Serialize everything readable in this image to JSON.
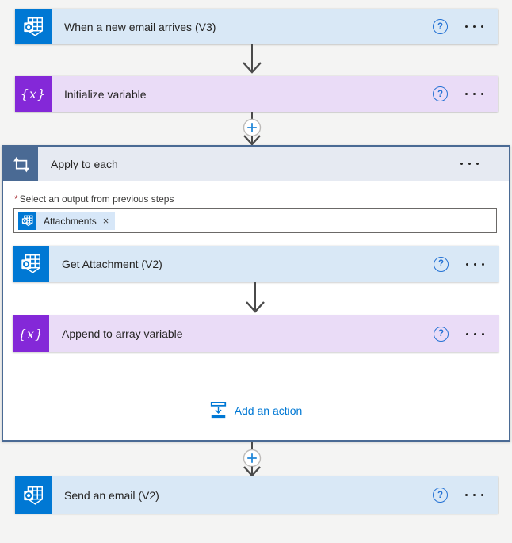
{
  "page": {
    "background": "#f4f4f3"
  },
  "colors": {
    "card_blue_bg": "#d9e8f6",
    "card_purple_bg": "#eadcf7",
    "outlook_blue": "#0078d4",
    "variable_purple": "#8428d8",
    "scope_slate": "#4a6a94",
    "scope_header_bg": "#e6eaf2",
    "link_blue": "#0078d4",
    "arrow_gray": "#4a4a4a",
    "required_red": "#a4262c"
  },
  "trigger_card": {
    "title": "When a new email arrives (V3)"
  },
  "initialize_card": {
    "title": "Initialize variable"
  },
  "scope": {
    "title": "Apply to each",
    "required_marker": "*",
    "field_label": "Select an output from previous steps",
    "token_label": "Attachments",
    "token_remove_glyph": "×",
    "get_attachment_card": {
      "title": "Get Attachment (V2)"
    },
    "append_card": {
      "title": "Append to array variable"
    },
    "add_action_label": "Add an action"
  },
  "send_email_card": {
    "title": "Send an email (V2)"
  },
  "glyphs": {
    "help": "?",
    "variable": "{x}"
  }
}
